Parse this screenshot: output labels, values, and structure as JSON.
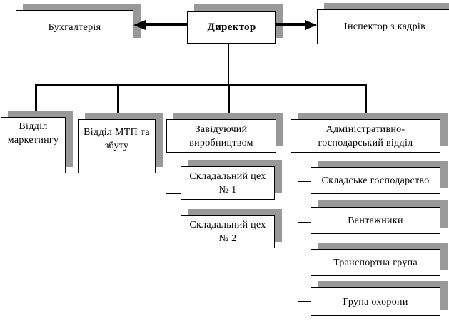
{
  "diagram": {
    "type": "org-chart",
    "language": "uk",
    "colors": {
      "background": "#ffffff",
      "box_fill": "#ffffff",
      "box_border": "#000000",
      "shadow": "#999999",
      "connector": "#000000"
    },
    "nodes": {
      "director": {
        "label": "Директор",
        "level": 0
      },
      "accounting": {
        "label": "Бухгалтерія",
        "level": 0
      },
      "hr": {
        "label": "Інспектор з кадрів",
        "level": 0
      },
      "marketing": {
        "line1": "Відділ",
        "line2": "маркетингу",
        "level": 1
      },
      "mtp": {
        "line1": "Відділ МТП та",
        "line2": "збуту",
        "level": 1
      },
      "production": {
        "line1": "Завідуючий",
        "line2": "виробництвом",
        "level": 1
      },
      "admin": {
        "line1": "Адміністративно-",
        "line2": "господарський відділ",
        "level": 1
      },
      "shop1": {
        "line1": "Складальний цех",
        "line2": "№ 1",
        "level": 2,
        "parent": "production"
      },
      "shop2": {
        "line1": "Складальний цех",
        "line2": "№ 2",
        "level": 2,
        "parent": "production"
      },
      "warehouse": {
        "label": "Складське господарство",
        "level": 2,
        "parent": "admin"
      },
      "loaders": {
        "label": "Вантажники",
        "level": 2,
        "parent": "admin"
      },
      "transport": {
        "label": "Транспортна група",
        "level": 2,
        "parent": "admin"
      },
      "security": {
        "label": "Група охорони",
        "level": 2,
        "parent": "admin"
      }
    },
    "edges": [
      "director-accounting (thick double arrow, left)",
      "director-hr (thick double arrow, right)",
      "director-marketing (down arrow)",
      "director-mtp (down arrow)",
      "director-production (down arrow)",
      "director-admin (down arrow)",
      "production-shop1 (elbow)",
      "production-shop2 (elbow)",
      "admin-warehouse (elbow)",
      "admin-loaders (elbow)",
      "admin-transport (elbow)",
      "admin-security (elbow)"
    ]
  }
}
